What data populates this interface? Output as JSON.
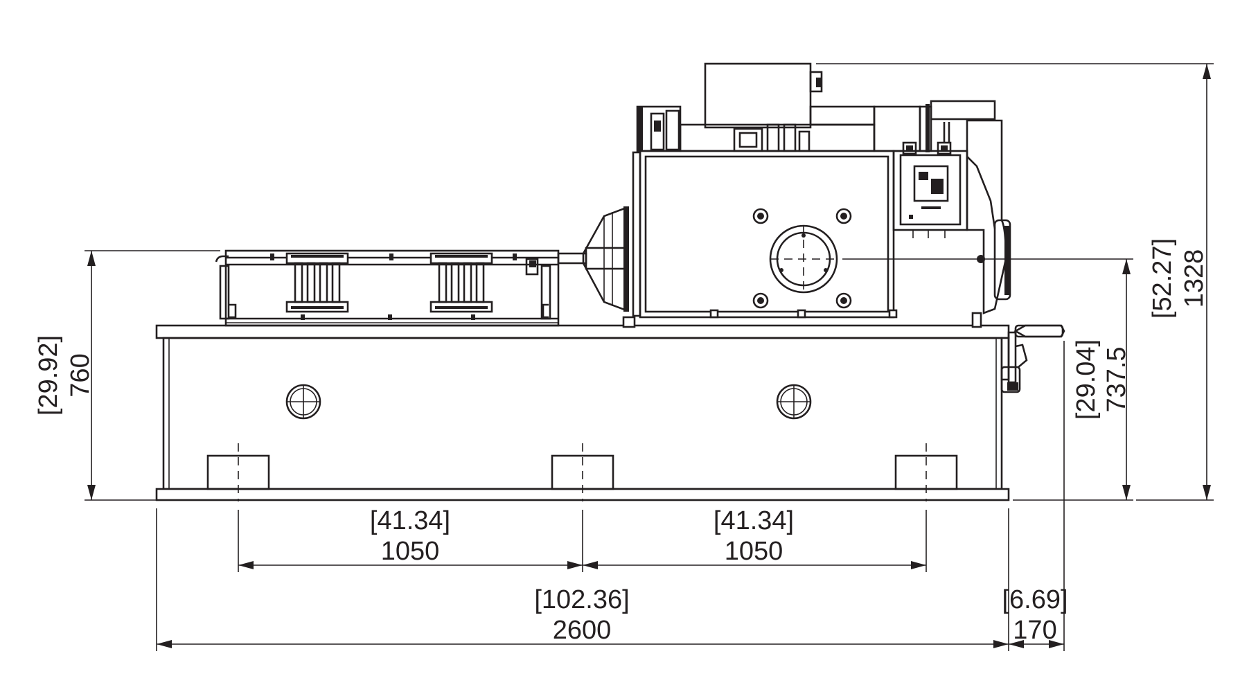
{
  "dimensions": {
    "base_height": {
      "mm": "760",
      "inch": "[29.92]"
    },
    "axis_height": {
      "mm": "737.5",
      "inch": "[29.04]"
    },
    "total_height": {
      "mm": "1328",
      "inch": "[52.27]"
    },
    "left_pitch": {
      "mm": "1050",
      "inch": "[41.34]"
    },
    "right_pitch": {
      "mm": "1050",
      "inch": "[41.34]"
    },
    "total_length": {
      "mm": "2600",
      "inch": "[102.36]"
    },
    "handle_offset": {
      "mm": "170",
      "inch": "[6.69]"
    }
  },
  "colors": {
    "line": "#231f20",
    "background": "#ffffff"
  }
}
